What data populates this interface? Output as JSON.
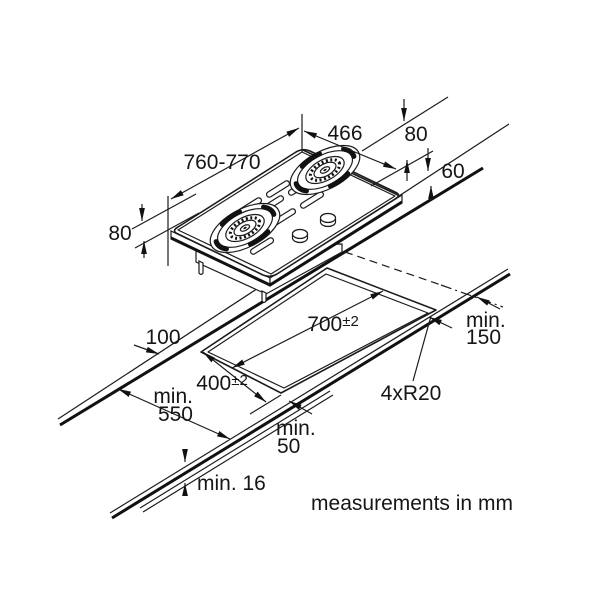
{
  "labels": {
    "hob_width": "760-770",
    "burner_span": "466",
    "edge_gap_top": "80",
    "rear_gap": "60",
    "edge_gap_left": "80",
    "side_clearance": "100",
    "cutout_length": {
      "value": "700",
      "tolerance": "±2"
    },
    "cutout_width": {
      "value": "400",
      "tolerance": "±2"
    },
    "corner_radius": "4xR20",
    "rear_clearance": {
      "line1": "min.",
      "line2": "150"
    },
    "worktop_depth": {
      "line1": "min.",
      "line2": "550"
    },
    "front_clearance": {
      "line1": "min.",
      "line2": "50"
    },
    "worktop_thickness": "min. 16",
    "footnote": "measurements in mm"
  }
}
